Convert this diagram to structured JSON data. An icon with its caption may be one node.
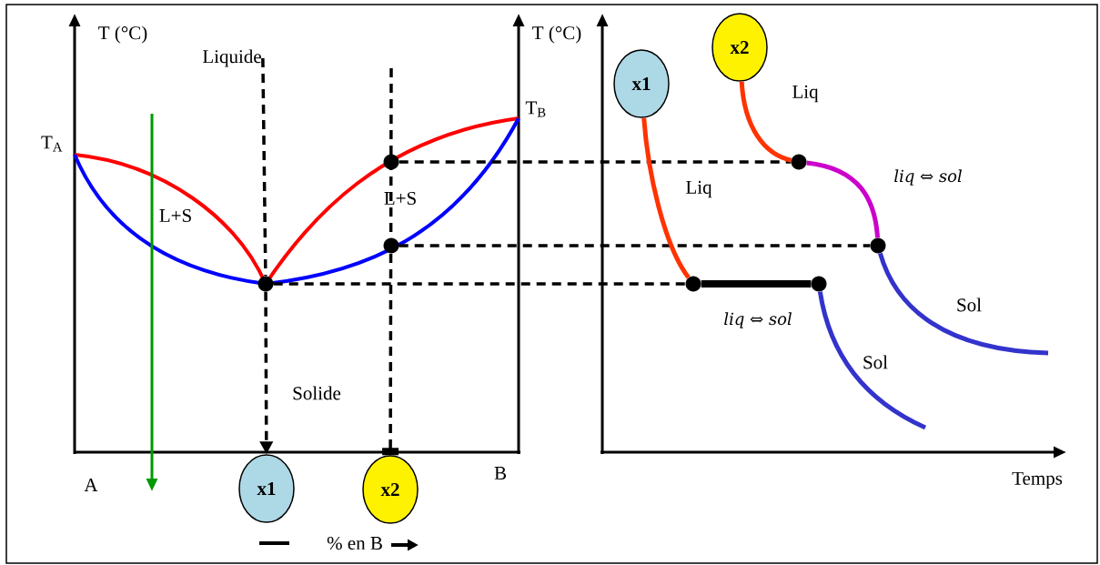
{
  "diagram": {
    "nodes": [
      {
        "text": [
          "x1"
        ]
      },
      {
        "text": [
          "x2"
        ]
      },
      {
        "text": [
          "x1"
        ]
      },
      {
        "text": [
          "x2"
        ]
      },
      {
        "text": [],
        "shape": "circle"
      },
      {
        "text": [],
        "shape": "circle"
      },
      {
        "text": [],
        "shape": "circle"
      },
      {
        "text": [],
        "shape": "circle"
      },
      {
        "text": [],
        "shape": "circle"
      },
      {
        "text": [],
        "shape": "circle"
      },
      {
        "text": [],
        "shape": "circle"
      },
      {
        "text": [
          "Liquide"
        ]
      }
    ],
    "edges": [
      {
        "from": 11,
        "to": 4,
        "arrow": "none",
        "style": "dashed"
      },
      {
        "from": 4,
        "to": 0,
        "arrow": "to",
        "style": "dashed"
      },
      {
        "from": null,
        "to": 1,
        "arrow": "other",
        "style": "dashed"
      },
      {
        "from": 5,
        "to": 9,
        "arrow": "none",
        "style": "dashed"
      },
      {
        "from": 6,
        "to": 10,
        "arrow": "none",
        "style": "dashed"
      },
      {
        "from": 4,
        "to": 7,
        "arrow": "none",
        "style": "dashed"
      },
      {
        "from": 2,
        "to": 7,
        "arrow": "none",
        "color": "#ff3300"
      },
      {
        "from": 7,
        "to": 8,
        "arrow": "none",
        "style": "thick"
      },
      {
        "from": 8,
        "to": null,
        "arrow": "none",
        "color": "#3333cc"
      },
      {
        "from": 3,
        "to": 9,
        "arrow": "none",
        "color": "#ff3300"
      },
      {
        "from": 9,
        "to": 10,
        "arrow": "none",
        "color": "#cc00cc"
      },
      {
        "from": 10,
        "to": null,
        "arrow": "none",
        "color": "#3333cc"
      }
    ],
    "labels": [
      "T (°C)",
      "T (°C)",
      "T$_{B}$",
      "Liq",
      "T$_{A}$",
      "liq ⇔ sol",
      "Liq",
      "L+S",
      "L+S",
      "Sol",
      "liq ⇔ sol",
      "Sol",
      "Solide",
      "B",
      "Temps",
      "A",
      "% en B"
    ]
  }
}
